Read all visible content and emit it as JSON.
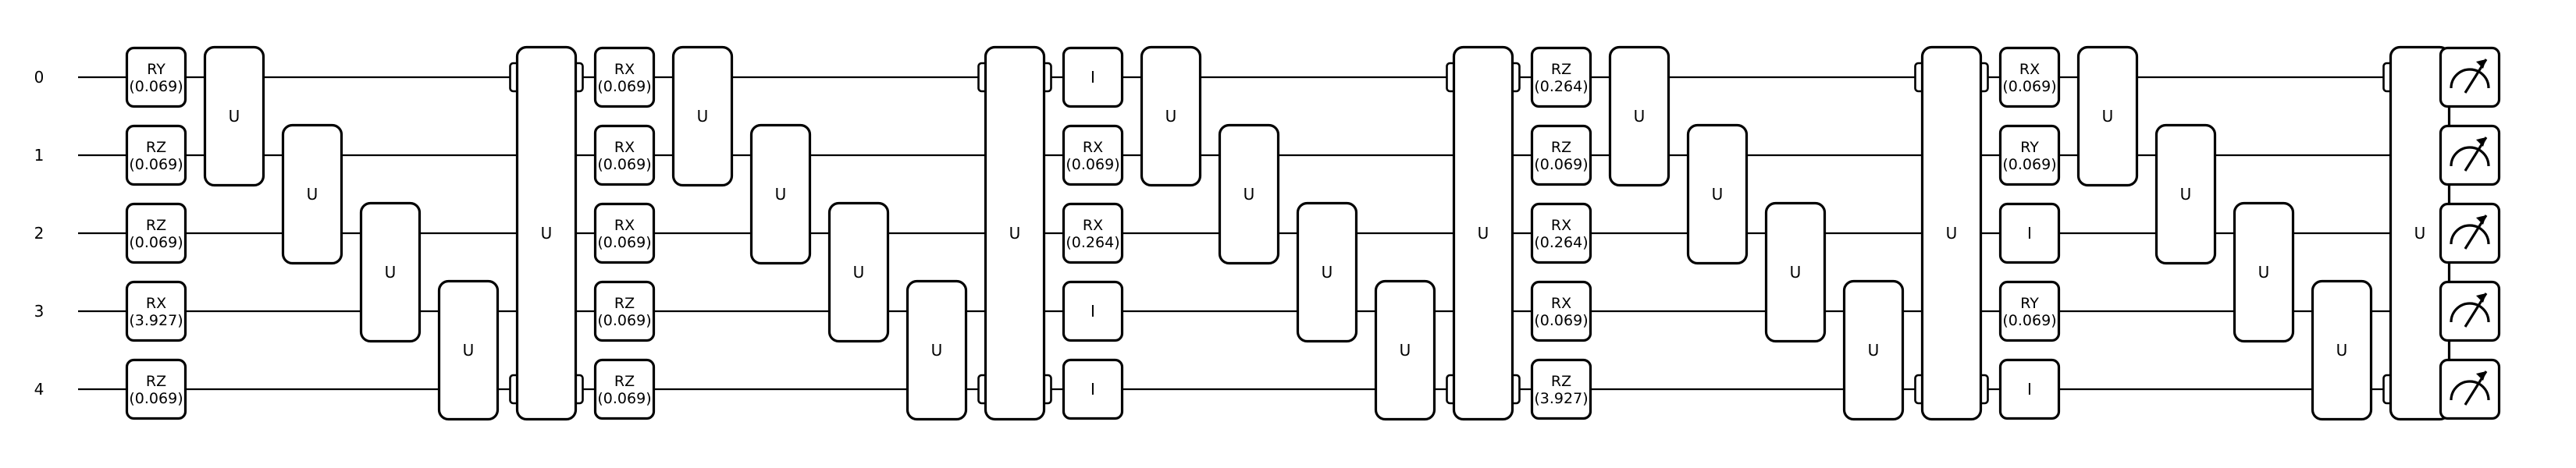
{
  "wires": [
    "0",
    "1",
    "2",
    "3",
    "4"
  ],
  "layers": [
    {
      "rot": [
        [
          "RY",
          "(0.069)"
        ],
        [
          "RZ",
          "(0.069)"
        ],
        [
          "RZ",
          "(0.069)"
        ],
        [
          "RX",
          "(3.927)"
        ],
        [
          "RZ",
          "(0.069)"
        ]
      ],
      "entangle": [
        "U",
        "U",
        "U",
        "U",
        "U"
      ]
    },
    {
      "rot": [
        [
          "RX",
          "(0.069)"
        ],
        [
          "RX",
          "(0.069)"
        ],
        [
          "RX",
          "(0.069)"
        ],
        [
          "RZ",
          "(0.069)"
        ],
        [
          "RZ",
          "(0.069)"
        ]
      ],
      "entangle": [
        "U",
        "U",
        "U",
        "U",
        "U"
      ]
    },
    {
      "rot": [
        [
          "I"
        ],
        [
          "RX",
          "(0.069)"
        ],
        [
          "RX",
          "(0.264)"
        ],
        [
          "I"
        ],
        [
          "I"
        ]
      ],
      "entangle": [
        "U",
        "U",
        "U",
        "U",
        "U"
      ]
    },
    {
      "rot": [
        [
          "RZ",
          "(0.264)"
        ],
        [
          "RZ",
          "(0.069)"
        ],
        [
          "RX",
          "(0.264)"
        ],
        [
          "RX",
          "(0.069)"
        ],
        [
          "RZ",
          "(3.927)"
        ]
      ],
      "entangle": [
        "U",
        "U",
        "U",
        "U",
        "U"
      ]
    },
    {
      "rot": [
        [
          "RX",
          "(0.069)"
        ],
        [
          "RY",
          "(0.069)"
        ],
        [
          "I"
        ],
        [
          "RY",
          "(0.069)"
        ],
        [
          "I"
        ]
      ],
      "entangle": [
        "U",
        "U",
        "U",
        "U",
        "U"
      ]
    }
  ],
  "measure_icon": "meter-icon"
}
